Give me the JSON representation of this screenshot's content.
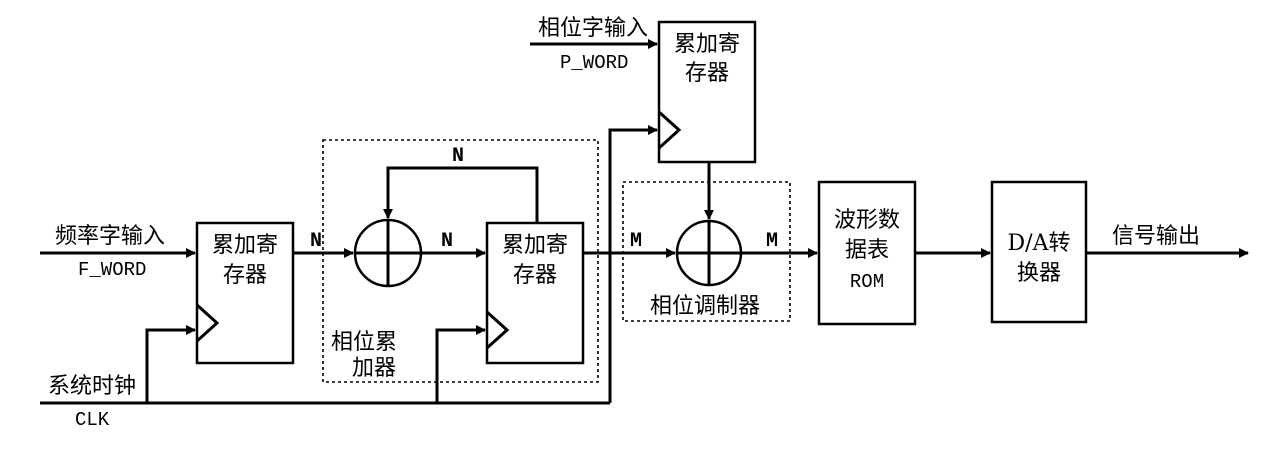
{
  "inputs": {
    "freq_word_label": "频率字输入",
    "freq_word_signal": "F_WORD",
    "phase_word_label": "相位字输入",
    "phase_word_signal": "P_WORD",
    "clock_label": "系统时钟",
    "clock_signal": "CLK"
  },
  "blocks": {
    "freq_reg_line1": "累加寄",
    "freq_reg_line2": "存器",
    "phase_acc_reg_line1": "累加寄",
    "phase_acc_reg_line2": "存器",
    "phase_word_reg_line1": "累加寄",
    "phase_word_reg_line2": "存器",
    "rom_line1": "波形数",
    "rom_line2": "据表",
    "rom_line3": "ROM",
    "dac_line1": "D/A转",
    "dac_line2": "换器"
  },
  "groups": {
    "phase_accumulator_line1": "相位累",
    "phase_accumulator_line2": "加器",
    "phase_modulator": "相位调制器"
  },
  "bus_widths": {
    "n_into_adder": "N",
    "n_adder_to_reg": "N",
    "n_feedback": "N",
    "m_into_modulator": "M",
    "m_to_rom": "M"
  },
  "output": {
    "label": "信号输出"
  }
}
